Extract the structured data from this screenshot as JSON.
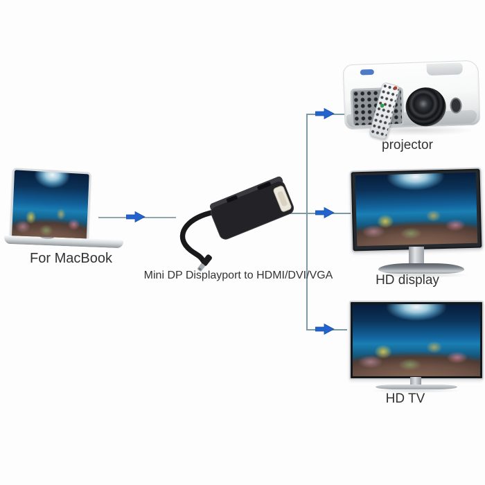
{
  "page": {
    "background_color": "#fdfdfd"
  },
  "diagram": {
    "source": {
      "id": "macbook",
      "label": "For MacBook"
    },
    "adapter": {
      "id": "mini-dp-adapter",
      "label": "Mini DP Displayport to HDMI/DVI/VGA"
    },
    "outputs": [
      {
        "id": "projector",
        "label": "projector"
      },
      {
        "id": "hd-display",
        "label": "HD display"
      },
      {
        "id": "hd-tv",
        "label": "HD TV"
      }
    ],
    "connections": [
      {
        "from": "macbook",
        "to": "mini-dp-adapter"
      },
      {
        "from": "mini-dp-adapter",
        "to": "projector"
      },
      {
        "from": "mini-dp-adapter",
        "to": "hd-display"
      },
      {
        "from": "mini-dp-adapter",
        "to": "hd-tv"
      }
    ],
    "colors": {
      "arrow_blue": "#2264cc",
      "branch_line": "#7b99a6",
      "source_line": "#94a4ae",
      "label_text": "#323232"
    }
  }
}
